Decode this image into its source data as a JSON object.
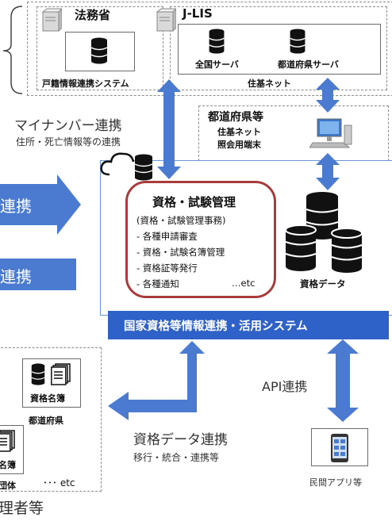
{
  "top": {
    "moj_title": "法務省",
    "moj_system": "戸籍情報連携システム",
    "jlis_title": "J-LIS",
    "national_server": "全国サーバ",
    "prefectural_server": "都道府県サーバ",
    "juki_net": "住基ネット"
  },
  "prefecture_box": {
    "title": "都道府県等",
    "line1": "住基ネット",
    "line2": "照会用端末"
  },
  "mynumber": {
    "title": "マイナンバー連携",
    "subtitle": "住所・死亡情報等の連携"
  },
  "left_arrows": {
    "upper": "連携",
    "lower": "連携"
  },
  "management": {
    "title": "資格・試験管理",
    "subtitle": "(資格・試験管理事務)",
    "items": [
      "- 各種申請審査",
      "- 資格・試験名簿管理",
      "- 資格証等発行",
      "- 各種通知"
    ],
    "etc": "…etc"
  },
  "qualification_data_label": "資格データ",
  "system_bar": "国家資格等情報連携・活用システム",
  "api": "API連携",
  "data_link": {
    "title": "資格データ連携",
    "subtitle": "移行・統合・連携等"
  },
  "bottom_left": {
    "roster": "資格名簿",
    "prefecture": "都道府県",
    "roster_cut": "名簿",
    "group_cut": "団体",
    "etc": "･･･ etc",
    "manager_cut": "理者等"
  },
  "app_label": "民間アプリ等",
  "colors": {
    "arrow": "#4a7bd0",
    "bar": "#2f62c8",
    "oval_border": "#a83c3c"
  }
}
